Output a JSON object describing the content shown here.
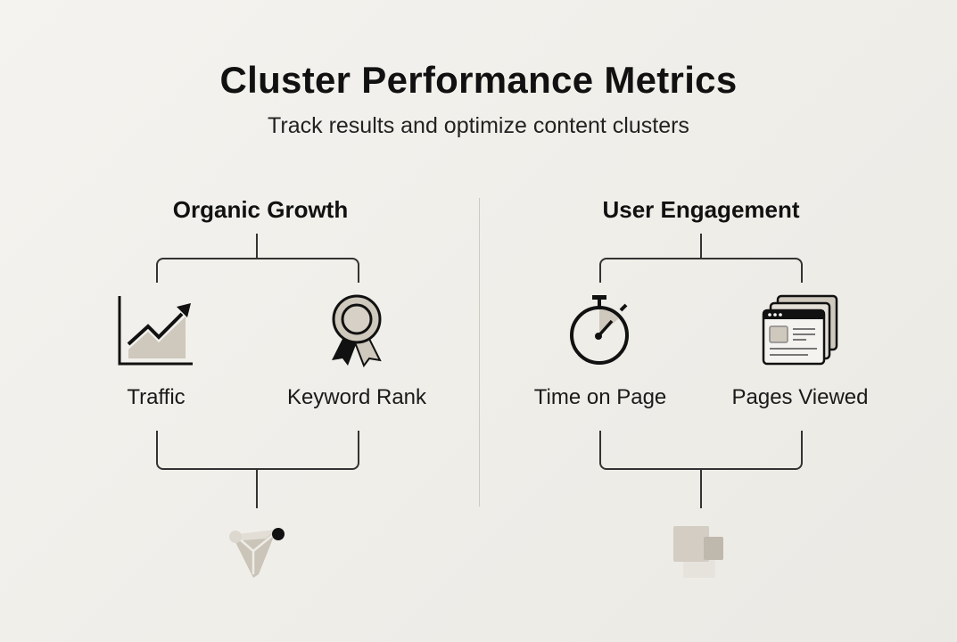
{
  "title": "Cluster Performance Metrics",
  "subtitle": "Track results and optimize content clusters",
  "groups": [
    {
      "heading": "Organic Growth",
      "items": [
        {
          "label": "Traffic",
          "icon": "trend-chart-icon"
        },
        {
          "label": "Keyword Rank",
          "icon": "award-ribbon-icon"
        }
      ],
      "result_icon": "funnel-icon"
    },
    {
      "heading": "User Engagement",
      "items": [
        {
          "label": "Time on Page",
          "icon": "stopwatch-icon"
        },
        {
          "label": "Pages Viewed",
          "icon": "browser-pages-icon"
        }
      ],
      "result_icon": "stacked-squares-icon"
    }
  ],
  "colors": {
    "line": "#333333",
    "accent_fill": "#cfc8bd",
    "background": "#f2f1ed"
  }
}
